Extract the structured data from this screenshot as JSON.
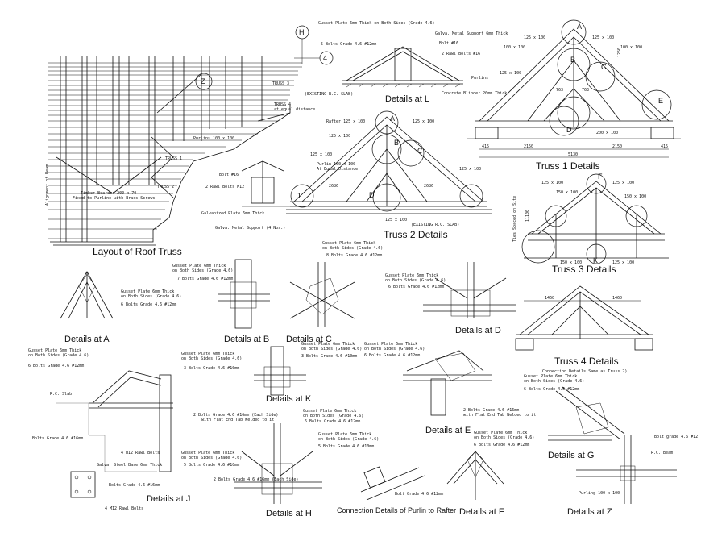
{
  "titles": {
    "layout": "Layout of Roof Truss",
    "truss1": "Truss 1 Details",
    "truss2": "Truss 2 Details",
    "truss3": "Truss 3 Details",
    "truss4": "Truss 4 Details",
    "truss4_sub": "(Connection Details Same as Truss 2)",
    "det_L": "Details at L",
    "det_A": "Details at A",
    "det_B": "Details at B",
    "det_C": "Details at C",
    "det_D": "Details at D",
    "det_K": "Details at K",
    "det_E": "Details at E",
    "det_G": "Details at G",
    "det_J": "Details at J",
    "det_H": "Details at H",
    "det_F": "Details at F",
    "det_Z": "Details at Z",
    "purlin_conn": "Connection Details of Purlin to Rafter"
  },
  "grid_tags": {
    "h": "H",
    "four": "4"
  },
  "layout_notes": {
    "truss3": "TRUSS 3",
    "truss4": "TRUSS 4",
    "at_equal": "at equal distance",
    "purlins": "Purlins 100 x 100",
    "truss1": "TRUSS 1",
    "truss2": "TRUSS 2",
    "timber_boarder": "Timber Boarder 200 x 70",
    "fixed": "Fixed to Purline with Brass Screws",
    "alignment": "Alignment of Beam"
  },
  "truss_letters": [
    "A",
    "B",
    "C",
    "D",
    "E",
    "J",
    "H",
    "L",
    "F",
    "K",
    "G"
  ],
  "truss1_notes": {
    "a": "125 x 100",
    "b": "125 x 100",
    "c": "100 x 100",
    "d": "100 x 100",
    "purlin": "Purlins",
    "e": "125 x 100",
    "f": "200 x 100",
    "g": "763",
    "h": "763",
    "dim1": "415",
    "dim2": "2150",
    "dim3": "2150",
    "dim4": "415",
    "total": "5130",
    "rise": "1250"
  },
  "truss2_notes": {
    "rafter": "Rafter 125 x 100",
    "r2": "125 x 100",
    "r3": "125 x 100",
    "purlin": "Purlin 100 x 100",
    "at_equal": "At Equal Distance",
    "r4": "125 x 100",
    "bolt16": "Bolt #16",
    "rawl": "2 Rawl Bolts M12",
    "galv_plate": "Galvanized Plate 6mm Thick",
    "galv_support": "Galva. Metal Support (4 Nos.)",
    "slab": "(EXISTING R.C. SLAB)",
    "dim": "2686",
    "dim2": "2686",
    "bottom": "125 x 100"
  },
  "detL_notes": {
    "galv": "Galva. Metal Support 6mm Thick",
    "bolts": "5 Bolts Grade 4.6 #12mm",
    "bolt16": "Bolt #16",
    "rawl": "2 Rawl Bolts #16",
    "concrete": "Concrete Blinder 20mm Thick",
    "slab": "(EXISTING R.C. SLAB)",
    "gusset": "Gusset Plate 6mm Thick on Both Sides (Grade 4.6)"
  },
  "truss3_notes": {
    "a": "125 x 100",
    "b": "125 x 100",
    "c": "150 x 100",
    "d": "150 x 100",
    "e": "125 x 100",
    "f": "150 x 100",
    "side": "Ties Spaced on Site",
    "left": "11100"
  },
  "truss4_notes": {
    "d1": "1460",
    "d2": "1460"
  },
  "detail_notes": {
    "gusset": "Gusset Plate 6mm Thick",
    "both_sides": "on Both Sides (Grade 4.6)",
    "bolts8": "8 Bolts Grade 4.6 #12mm",
    "bolts7": "7 Bolts Grade 4.6 #12mm",
    "bolts6": "6 Bolts Grade 4.6 #12mm",
    "bolts3": "3 Bolts Grade 4.6 #10mm",
    "bolts5": "5 Bolts Grade 4.6 #10mm",
    "bolts2": "2 Bolts Grade 4.6 #16mm (Each Side)",
    "flat": "with Flat End Tab Welded to it",
    "rawl": "4 M12 Rawl Bolts",
    "steel": "Galva. Steel Base 6mm Thick",
    "rc_slab": "R.C. Slab",
    "rc_beam": "R.C. Beam",
    "bolt412": "Bolt grade 4.6 #12",
    "purlin": "Purling 100 x 100",
    "bolt_purlin": "Bolt Grade 4.6 #12mm",
    "bolts_e": "2 Bolts Grade 4.6 #16mm",
    "bolts_e2": "with Flat End Tab Welded to it",
    "bolts_j": "Bolts Grade 4.6 #16mm",
    "bolt_j2": "Bolts Grade 4.6 #16mm"
  }
}
